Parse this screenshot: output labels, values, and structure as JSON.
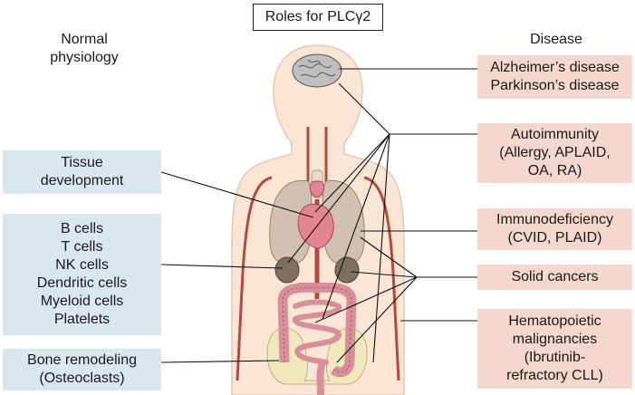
{
  "title": "Roles for PLCγ2",
  "headings": {
    "left": [
      "Normal",
      "physiology"
    ],
    "right": [
      "Disease"
    ]
  },
  "left_boxes": [
    {
      "id": "tissue-development",
      "lines": [
        "Tissue",
        "development"
      ]
    },
    {
      "id": "immune-cells",
      "lines": [
        "B cells",
        "T cells",
        "NK cells",
        "Dendritic cells",
        "Myeloid cells",
        "Platelets"
      ]
    },
    {
      "id": "bone-remodeling",
      "lines": [
        "Bone remodeling",
        "(Osteoclasts)"
      ]
    }
  ],
  "right_boxes": [
    {
      "id": "neurodegeneration",
      "lines": [
        "Alzheimer’s disease",
        "Parkinson’s disease"
      ]
    },
    {
      "id": "autoimmunity",
      "lines": [
        "Autoimmunity",
        "(Allergy, APLAID,",
        "OA, RA)"
      ]
    },
    {
      "id": "immunodeficiency",
      "lines": [
        "Immunodeficiency",
        "(CVID, PLAID)"
      ]
    },
    {
      "id": "solid-cancers",
      "lines": [
        "Solid cancers"
      ]
    },
    {
      "id": "hematopoietic",
      "lines": [
        "Hematopoietic",
        "malignancies",
        "(Ibrutinib-",
        "refractory CLL)"
      ]
    }
  ],
  "colors": {
    "normal_box": "#d9e7ef",
    "disease_box": "#f4d7cd",
    "skin": "#fbe6d6",
    "vessel": "#b5493f",
    "lung": "#d2c1b0",
    "heart": "#e3858e",
    "intestine": "#d88f9b",
    "brain": "#bfbfbf",
    "pelvis": "#efe9bd"
  }
}
